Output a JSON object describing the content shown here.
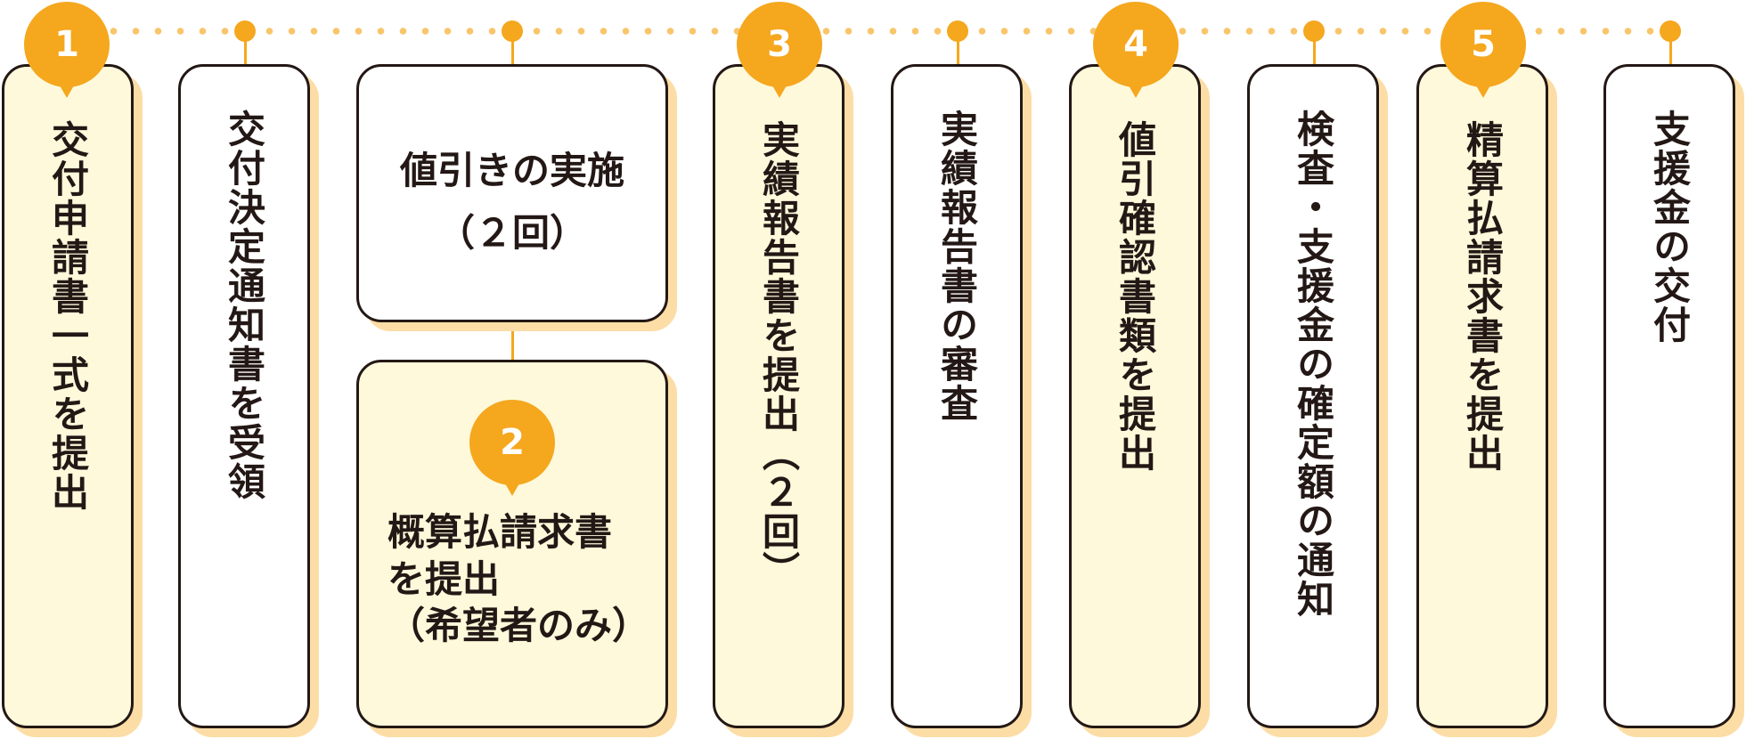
{
  "steps": [
    {
      "number": "1",
      "label": "交付申請書一式を提出"
    },
    {
      "label": "交付決定通知書を受領"
    },
    {
      "label_line1": "値引きの実施",
      "label_line2": "（２回）"
    },
    {
      "number": "2",
      "label_lines": [
        "概算払請求書",
        "を提出",
        "（希望者のみ）"
      ]
    },
    {
      "number": "3",
      "label": "実績報告書を提出（２回）"
    },
    {
      "label": "実績報告書の審査"
    },
    {
      "number": "4",
      "label": "値引確認書類を提出"
    },
    {
      "label": "検査・支援金の確定額の通知"
    },
    {
      "number": "5",
      "label": "精算払請求書を提出"
    },
    {
      "label": "支援金の交付"
    }
  ],
  "colors": {
    "accent": "#F5A71E",
    "highlight_fill": "#FEF9DB",
    "shadow": "#FCDDA6",
    "border": "#231815"
  }
}
